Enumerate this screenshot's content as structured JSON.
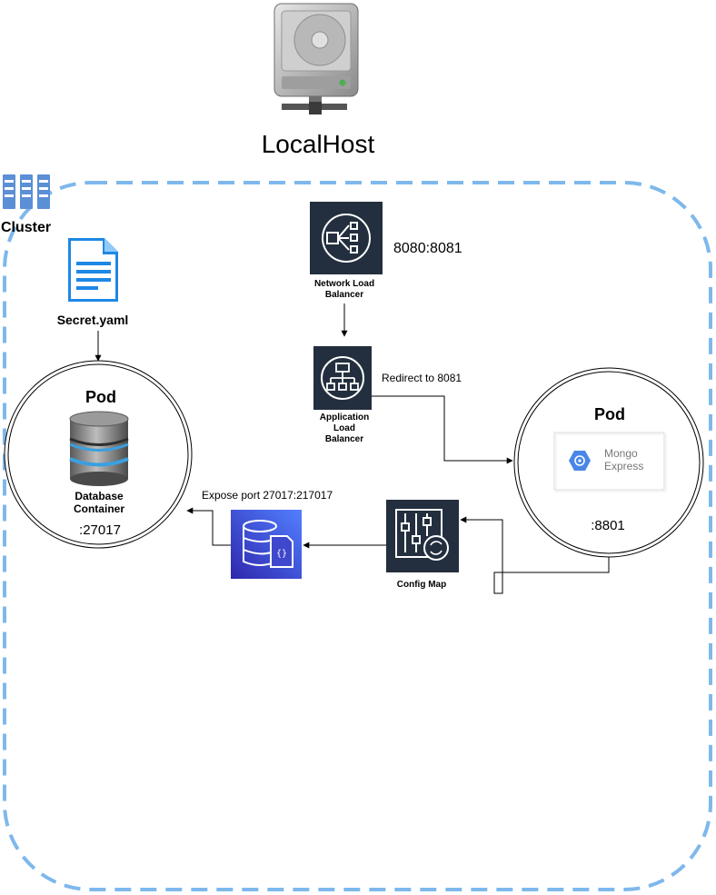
{
  "title": "LocalHost",
  "cluster": {
    "label": "Cluster"
  },
  "secret": {
    "label": "Secret.yaml"
  },
  "pod_left": {
    "title": "Pod",
    "container_label_1": "Database",
    "container_label_2": "Container",
    "port": ":27017"
  },
  "pod_right": {
    "title": "Pod",
    "app_name_1": "Mongo",
    "app_name_2": "Express",
    "port": ":8801"
  },
  "nlb": {
    "label_1": "Network Load",
    "label_2": "Balancer",
    "ports": "8080:8081"
  },
  "alb": {
    "label_1": "Application",
    "label_2": "Load",
    "label_3": "Balancer",
    "redirect": "Redirect to 8081"
  },
  "config_map": {
    "label": "Config Map"
  },
  "expose": {
    "label": "Expose port 27017:217017"
  },
  "colors": {
    "cluster_border": "#7EB8EC",
    "aws_dark": "#232F3E",
    "aws_db_blue": "#3F48CC",
    "mongo_express_blue": "#4A86E8",
    "doc_blue": "#1E88E5"
  },
  "icons": [
    "hard-drive-icon",
    "server-rack-icon",
    "document-icon",
    "database-cylinder-icon",
    "network-load-balancer-icon",
    "application-load-balancer-icon",
    "config-map-icon",
    "database-service-icon",
    "mongo-express-icon"
  ]
}
